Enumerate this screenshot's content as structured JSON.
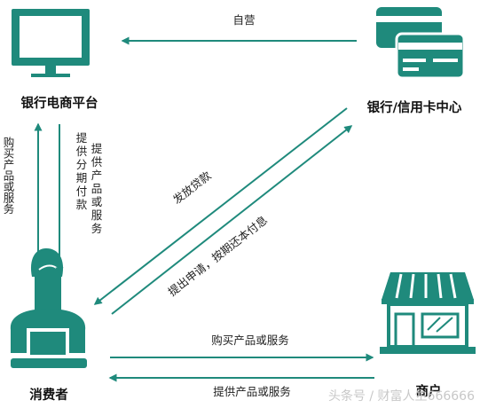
{
  "colors": {
    "accent": "#1f8a7c",
    "text": "#1f1f1f",
    "watermark": "#c8c8c8"
  },
  "nodes": {
    "ecommerce_platform": {
      "label": "银行电商平台",
      "icon": "monitor-icon"
    },
    "bank_card_center": {
      "label": "银行/信用卡中心",
      "icon": "credit-cards-icon"
    },
    "consumer": {
      "label": "消费者",
      "icon": "person-at-laptop-icon"
    },
    "merchant": {
      "label": "商户",
      "icon": "storefront-icon"
    }
  },
  "edges": {
    "self_operated": "自营",
    "buy_left": "购买产品或服务",
    "installment": "提供产品或服务提供分期付款",
    "loan": "发放贷款",
    "apply": "提出申请，按期还本付息",
    "buy_bottom": "购买产品或服务",
    "provide_bottom": "提供产品或服务"
  },
  "watermark": "头条号 / 财富人生666666"
}
